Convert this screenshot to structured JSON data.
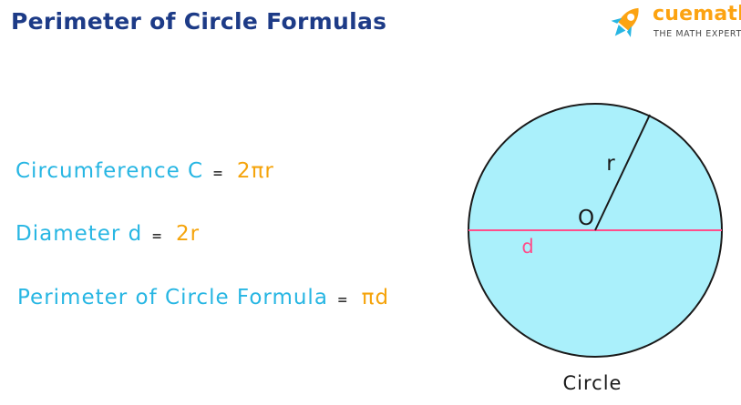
{
  "title": "Perimeter of Circle Formulas",
  "logo": {
    "name": "cuemath",
    "tagline": "THE MATH EXPERT"
  },
  "formulas": [
    {
      "label": "Circumference C",
      "equals": "=",
      "value": "2πr"
    },
    {
      "label": "Diameter d",
      "equals": "=",
      "value": "2r"
    },
    {
      "label": "Perimeter of Circle Formula",
      "equals": "=",
      "value": "πd"
    }
  ],
  "diagram": {
    "center_label": "O",
    "radius_label": "r",
    "diameter_label": "d",
    "caption": "Circle",
    "colors": {
      "fill": "#aaf0fb",
      "stroke": "#1a1a1a",
      "diameter": "#ff4d8a",
      "diameter_label": "#ff4d8a"
    }
  },
  "colors": {
    "title": "#1d3b87",
    "formula_label": "#27b6e3",
    "formula_value": "#f5a40c",
    "brand": "#fca311"
  }
}
